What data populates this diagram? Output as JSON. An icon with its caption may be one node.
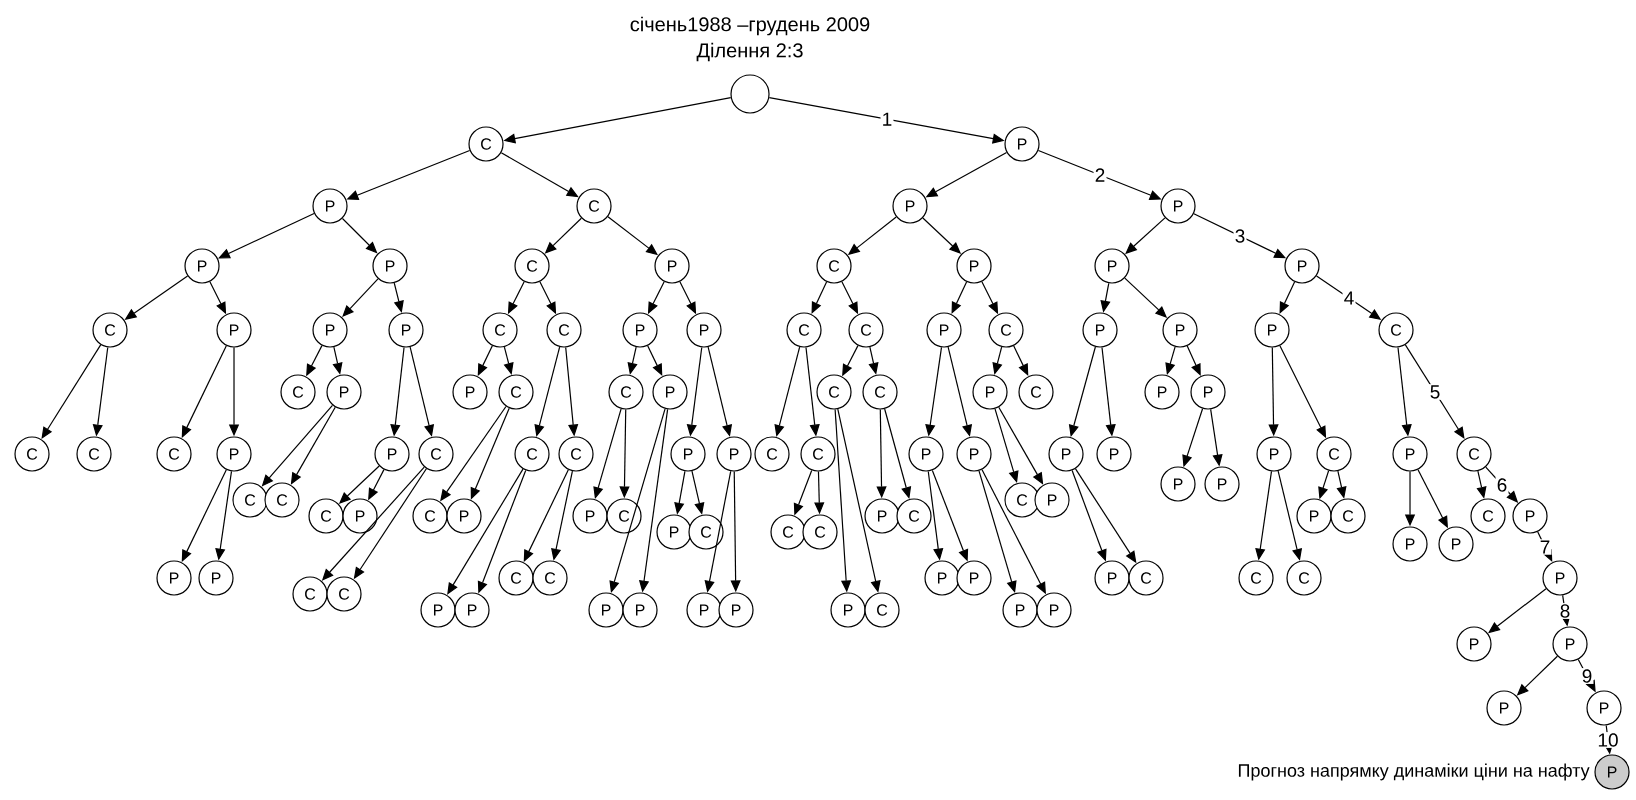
{
  "diagram": {
    "title": "січень1988 –грудень 2009",
    "nodes": [
      {
        "text": [],
        "shape": "circle"
      },
      {
        "text": [
          "C"
        ]
      },
      {
        "text": [
          "P"
        ]
      },
      {
        "text": [
          "P"
        ]
      },
      {
        "text": [
          "C"
        ]
      },
      {
        "text": [
          "P"
        ]
      },
      {
        "text": [
          "P"
        ]
      },
      {
        "text": [
          "P"
        ]
      },
      {
        "text": [
          "P"
        ]
      },
      {
        "text": [
          "C"
        ]
      },
      {
        "text": [
          "P"
        ]
      },
      {
        "text": [
          "C"
        ]
      },
      {
        "text": [
          "P"
        ]
      },
      {
        "text": [
          "P"
        ]
      },
      {
        "text": [
          "P"
        ]
      },
      {
        "text": [
          "C"
        ]
      },
      {
        "text": [
          "P"
        ]
      },
      {
        "text": [
          "P"
        ]
      },
      {
        "text": [
          "P"
        ]
      },
      {
        "text": [
          "C"
        ]
      },
      {
        "text": [
          "C"
        ]
      },
      {
        "text": [
          "P"
        ]
      },
      {
        "text": [
          "P"
        ]
      },
      {
        "text": [
          "C"
        ]
      },
      {
        "text": [
          "C"
        ]
      },
      {
        "text": [
          "P"
        ]
      },
      {
        "text": [
          "C"
        ]
      },
      {
        "text": [
          "P"
        ]
      },
      {
        "text": [
          "P"
        ]
      },
      {
        "text": [
          "P"
        ]
      },
      {
        "text": [
          "C"
        ]
      },
      {
        "text": [
          "C"
        ]
      },
      {
        "text": [
          "P"
        ]
      },
      {
        "text": [
          "P"
        ]
      },
      {
        "text": [
          "C"
        ]
      },
      {
        "text": [
          "C"
        ]
      },
      {
        "text": [
          "P"
        ]
      },
      {
        "text": [
          "C"
        ]
      },
      {
        "text": [
          "C"
        ]
      },
      {
        "text": [
          "P"
        ]
      },
      {
        "text": [
          "C"
        ]
      },
      {
        "text": [
          "P"
        ]
      },
      {
        "text": [
          "P"
        ]
      },
      {
        "text": [
          "C"
        ]
      },
      {
        "text": [
          "C"
        ]
      },
      {
        "text": [
          "C"
        ]
      },
      {
        "text": [
          "P"
        ]
      },
      {
        "text": [
          "P"
        ]
      },
      {
        "text": [
          "C"
        ]
      },
      {
        "text": [
          "C"
        ]
      },
      {
        "text": [
          "C"
        ]
      },
      {
        "text": [
          "P"
        ]
      },
      {
        "text": [
          "P"
        ]
      },
      {
        "text": [
          "C"
        ]
      },
      {
        "text": [
          "C"
        ]
      },
      {
        "text": [
          "P"
        ]
      },
      {
        "text": [
          "P"
        ]
      },
      {
        "text": [
          "P"
        ]
      },
      {
        "text": [
          "P"
        ]
      },
      {
        "text": [
          "P"
        ]
      },
      {
        "text": [
          "C"
        ]
      },
      {
        "text": [
          "P"
        ]
      },
      {
        "text": [
          "C"
        ]
      },
      {
        "text": [
          "P"
        ]
      },
      {
        "text": [
          "P"
        ]
      },
      {
        "text": [
          "C"
        ]
      },
      {
        "text": [
          "C"
        ]
      },
      {
        "text": [
          "C"
        ]
      },
      {
        "text": [
          "P"
        ]
      },
      {
        "text": [
          "C"
        ]
      },
      {
        "text": [
          "P"
        ]
      },
      {
        "text": [
          "C"
        ]
      },
      {
        "text": [
          "P"
        ]
      },
      {
        "text": [
          "P"
        ]
      },
      {
        "text": [
          "C"
        ]
      },
      {
        "text": [
          "P"
        ]
      },
      {
        "text": [
          "C"
        ]
      },
      {
        "text": [
          "P"
        ]
      },
      {
        "text": [
          "C"
        ]
      },
      {
        "text": [
          "C"
        ]
      },
      {
        "text": [
          "P"
        ]
      },
      {
        "text": [
          "P"
        ]
      },
      {
        "text": [
          "C"
        ]
      },
      {
        "text": [
          "C"
        ]
      },
      {
        "text": [
          "C"
        ]
      },
      {
        "text": [
          "P"
        ]
      },
      {
        "text": [
          "P"
        ]
      },
      {
        "text": [
          "P"
        ]
      },
      {
        "text": [
          "P"
        ]
      },
      {
        "text": [
          "C"
        ]
      },
      {
        "text": [
          "C"
        ]
      },
      {
        "text": [
          "P"
        ]
      },
      {
        "text": [
          "P"
        ]
      },
      {
        "text": [
          "P"
        ]
      },
      {
        "text": [
          "C"
        ]
      },
      {
        "text": [
          "C"
        ]
      },
      {
        "text": [
          "C"
        ]
      },
      {
        "text": [
          "P"
        ]
      },
      {
        "text": [
          "C"
        ]
      },
      {
        "text": [
          "C"
        ]
      },
      {
        "text": [
          "P"
        ]
      },
      {
        "text": [
          "P"
        ]
      },
      {
        "text": [
          "P"
        ]
      },
      {
        "text": [
          "P"
        ]
      },
      {
        "text": [
          "P"
        ]
      },
      {
        "text": [
          "P"
        ]
      },
      {
        "text": [
          "P"
        ]
      },
      {
        "text": [
          "C"
        ]
      },
      {
        "text": [
          "P"
        ]
      },
      {
        "text": [
          "P"
        ]
      },
      {
        "text": [
          "P"
        ]
      },
      {
        "text": [
          "P"
        ]
      },
      {
        "text": [
          "P"
        ]
      },
      {
        "text": [
          "P"
        ]
      },
      {
        "text": [
          "P"
        ],
        "beside": [
          "Прогноз напрямку динаміки ціни на нафту"
        ]
      }
    ],
    "edges": [
      {
        "from": 0,
        "to": 1,
        "arrow": "to"
      },
      {
        "from": 0,
        "to": 2,
        "arrow": "to",
        "label": "1"
      },
      {
        "from": 1,
        "to": 3,
        "arrow": "to"
      },
      {
        "from": 1,
        "to": 4,
        "arrow": "to"
      },
      {
        "from": 2,
        "to": 5,
        "arrow": "to"
      },
      {
        "from": 2,
        "to": 6,
        "arrow": "to",
        "label": "2"
      },
      {
        "from": 3,
        "to": 7,
        "arrow": "to"
      },
      {
        "from": 3,
        "to": 8,
        "arrow": "to"
      },
      {
        "from": 4,
        "to": 9,
        "arrow": "to"
      },
      {
        "from": 4,
        "to": 10,
        "arrow": "to"
      },
      {
        "from": 5,
        "to": 11,
        "arrow": "to"
      },
      {
        "from": 5,
        "to": 12,
        "arrow": "to"
      },
      {
        "from": 6,
        "to": 13,
        "arrow": "to"
      },
      {
        "from": 6,
        "to": 14,
        "arrow": "to",
        "label": "3"
      },
      {
        "from": 7,
        "to": 15,
        "arrow": "to"
      },
      {
        "from": 7,
        "to": 16,
        "arrow": "to"
      },
      {
        "from": 8,
        "to": 17,
        "arrow": "to"
      },
      {
        "from": 8,
        "to": 18,
        "arrow": "to"
      },
      {
        "from": 9,
        "to": 19,
        "arrow": "to"
      },
      {
        "from": 9,
        "to": 20,
        "arrow": "to"
      },
      {
        "from": 10,
        "to": 21,
        "arrow": "to"
      },
      {
        "from": 10,
        "to": 22,
        "arrow": "to"
      },
      {
        "from": 11,
        "to": 23,
        "arrow": "to"
      },
      {
        "from": 11,
        "to": 24,
        "arrow": "to"
      },
      {
        "from": 12,
        "to": 25,
        "arrow": "to"
      },
      {
        "from": 12,
        "to": 26,
        "arrow": "to"
      },
      {
        "from": 13,
        "to": 27,
        "arrow": "to"
      },
      {
        "from": 13,
        "to": 28,
        "arrow": "to"
      },
      {
        "from": 14,
        "to": 29,
        "arrow": "to"
      },
      {
        "from": 14,
        "to": 30,
        "arrow": "to",
        "label": "4"
      },
      {
        "from": 15,
        "to": 43,
        "arrow": "to"
      },
      {
        "from": 15,
        "to": 44,
        "arrow": "to"
      },
      {
        "from": 16,
        "to": 45,
        "arrow": "to"
      },
      {
        "from": 16,
        "to": 46,
        "arrow": "to"
      },
      {
        "from": 17,
        "to": 31,
        "arrow": "to"
      },
      {
        "from": 17,
        "to": 32,
        "arrow": "to"
      },
      {
        "from": 18,
        "to": 47,
        "arrow": "to"
      },
      {
        "from": 18,
        "to": 48,
        "arrow": "to"
      },
      {
        "from": 19,
        "to": 33,
        "arrow": "to"
      },
      {
        "from": 19,
        "to": 34,
        "arrow": "to"
      },
      {
        "from": 20,
        "to": 49,
        "arrow": "to"
      },
      {
        "from": 20,
        "to": 50,
        "arrow": "to"
      },
      {
        "from": 21,
        "to": 35,
        "arrow": "to"
      },
      {
        "from": 21,
        "to": 36,
        "arrow": "to"
      },
      {
        "from": 22,
        "to": 51,
        "arrow": "to"
      },
      {
        "from": 22,
        "to": 52,
        "arrow": "to"
      },
      {
        "from": 23,
        "to": 53,
        "arrow": "to"
      },
      {
        "from": 23,
        "to": 54,
        "arrow": "to"
      },
      {
        "from": 24,
        "to": 37,
        "arrow": "to"
      },
      {
        "from": 24,
        "to": 38,
        "arrow": "to"
      },
      {
        "from": 25,
        "to": 55,
        "arrow": "to"
      },
      {
        "from": 25,
        "to": 56,
        "arrow": "to"
      },
      {
        "from": 26,
        "to": 39,
        "arrow": "to"
      },
      {
        "from": 26,
        "to": 40,
        "arrow": "to"
      },
      {
        "from": 27,
        "to": 57,
        "arrow": "to"
      },
      {
        "from": 27,
        "to": 58,
        "arrow": "to"
      },
      {
        "from": 28,
        "to": 41,
        "arrow": "to"
      },
      {
        "from": 28,
        "to": 42,
        "arrow": "to"
      },
      {
        "from": 29,
        "to": 59,
        "arrow": "to"
      },
      {
        "from": 29,
        "to": 60,
        "arrow": "to"
      },
      {
        "from": 30,
        "to": 61,
        "arrow": "to"
      },
      {
        "from": 30,
        "to": 62,
        "arrow": "to",
        "label": "5"
      },
      {
        "from": 32,
        "to": 65,
        "arrow": "to"
      },
      {
        "from": 32,
        "to": 66,
        "arrow": "to"
      },
      {
        "from": 34,
        "to": 71,
        "arrow": "to"
      },
      {
        "from": 34,
        "to": 72,
        "arrow": "to"
      },
      {
        "from": 35,
        "to": 73,
        "arrow": "to"
      },
      {
        "from": 35,
        "to": 74,
        "arrow": "to"
      },
      {
        "from": 36,
        "to": 102,
        "arrow": "to"
      },
      {
        "from": 36,
        "to": 103,
        "arrow": "to"
      },
      {
        "from": 37,
        "to": 106,
        "arrow": "to"
      },
      {
        "from": 37,
        "to": 107,
        "arrow": "to"
      },
      {
        "from": 38,
        "to": 75,
        "arrow": "to"
      },
      {
        "from": 38,
        "to": 76,
        "arrow": "to"
      },
      {
        "from": 39,
        "to": 67,
        "arrow": "to"
      },
      {
        "from": 39,
        "to": 68,
        "arrow": "to"
      },
      {
        "from": 42,
        "to": 63,
        "arrow": "to"
      },
      {
        "from": 42,
        "to": 64,
        "arrow": "to"
      },
      {
        "from": 46,
        "to": 87,
        "arrow": "to"
      },
      {
        "from": 46,
        "to": 88,
        "arrow": "to"
      },
      {
        "from": 47,
        "to": 69,
        "arrow": "to"
      },
      {
        "from": 47,
        "to": 70,
        "arrow": "to"
      },
      {
        "from": 48,
        "to": 98,
        "arrow": "to"
      },
      {
        "from": 48,
        "to": 99,
        "arrow": "to"
      },
      {
        "from": 49,
        "to": 100,
        "arrow": "to"
      },
      {
        "from": 49,
        "to": 101,
        "arrow": "to"
      },
      {
        "from": 50,
        "to": 89,
        "arrow": "to"
      },
      {
        "from": 50,
        "to": 90,
        "arrow": "to"
      },
      {
        "from": 51,
        "to": 81,
        "arrow": "to"
      },
      {
        "from": 51,
        "to": 82,
        "arrow": "to"
      },
      {
        "from": 52,
        "to": 104,
        "arrow": "to"
      },
      {
        "from": 52,
        "to": 105,
        "arrow": "to"
      },
      {
        "from": 54,
        "to": 83,
        "arrow": "to"
      },
      {
        "from": 54,
        "to": 84,
        "arrow": "to"
      },
      {
        "from": 55,
        "to": 91,
        "arrow": "to"
      },
      {
        "from": 55,
        "to": 92,
        "arrow": "to"
      },
      {
        "from": 56,
        "to": 108,
        "arrow": "to"
      },
      {
        "from": 56,
        "to": 109,
        "arrow": "to"
      },
      {
        "from": 57,
        "to": 93,
        "arrow": "to"
      },
      {
        "from": 57,
        "to": 94,
        "arrow": "to"
      },
      {
        "from": 59,
        "to": 95,
        "arrow": "to"
      },
      {
        "from": 59,
        "to": 96,
        "arrow": "to"
      },
      {
        "from": 60,
        "to": 77,
        "arrow": "to"
      },
      {
        "from": 60,
        "to": 78,
        "arrow": "to"
      },
      {
        "from": 61,
        "to": 85,
        "arrow": "to"
      },
      {
        "from": 61,
        "to": 86,
        "arrow": "to"
      },
      {
        "from": 62,
        "to": 79,
        "arrow": "to"
      },
      {
        "from": 62,
        "to": 80,
        "arrow": "to",
        "label": "6"
      },
      {
        "from": 80,
        "to": 97,
        "arrow": "to",
        "label": "7"
      },
      {
        "from": 97,
        "to": 110,
        "arrow": "to"
      },
      {
        "from": 97,
        "to": 111,
        "arrow": "to",
        "label": "8"
      },
      {
        "from": 111,
        "to": 112,
        "arrow": "to"
      },
      {
        "from": 111,
        "to": 113,
        "arrow": "to",
        "label": "9"
      },
      {
        "from": 113,
        "to": 114,
        "arrow": "to",
        "label": "10"
      }
    ],
    "labels": [
      "Ділення 2:3"
    ]
  }
}
